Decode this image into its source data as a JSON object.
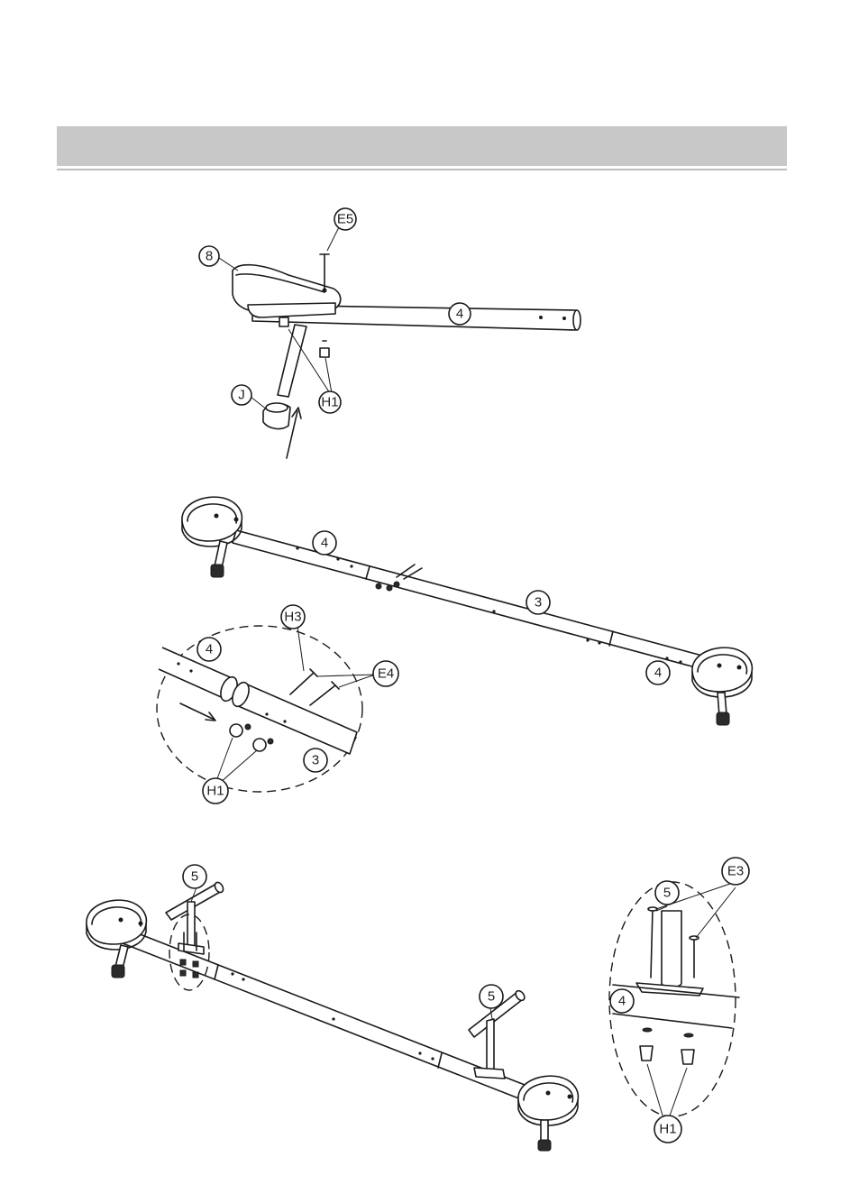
{
  "header": {
    "title": ""
  },
  "step1": {
    "labels": {
      "seat": "8",
      "bolt": "E5",
      "tube": "4",
      "nut": "H1",
      "foot": "J"
    }
  },
  "step2": {
    "labels": {
      "tube_left": "4",
      "tube_center": "3",
      "tube_right": "4",
      "detail_tube4": "4",
      "detail_tube3": "3",
      "bolt_h3": "H3",
      "bolt_e4": "E4",
      "nut_h1": "H1"
    }
  },
  "step3": {
    "labels": {
      "handle_left": "5",
      "handle_right": "5",
      "detail_handle": "5",
      "detail_bolt": "E3",
      "detail_tube": "4",
      "detail_nut": "H1"
    }
  }
}
